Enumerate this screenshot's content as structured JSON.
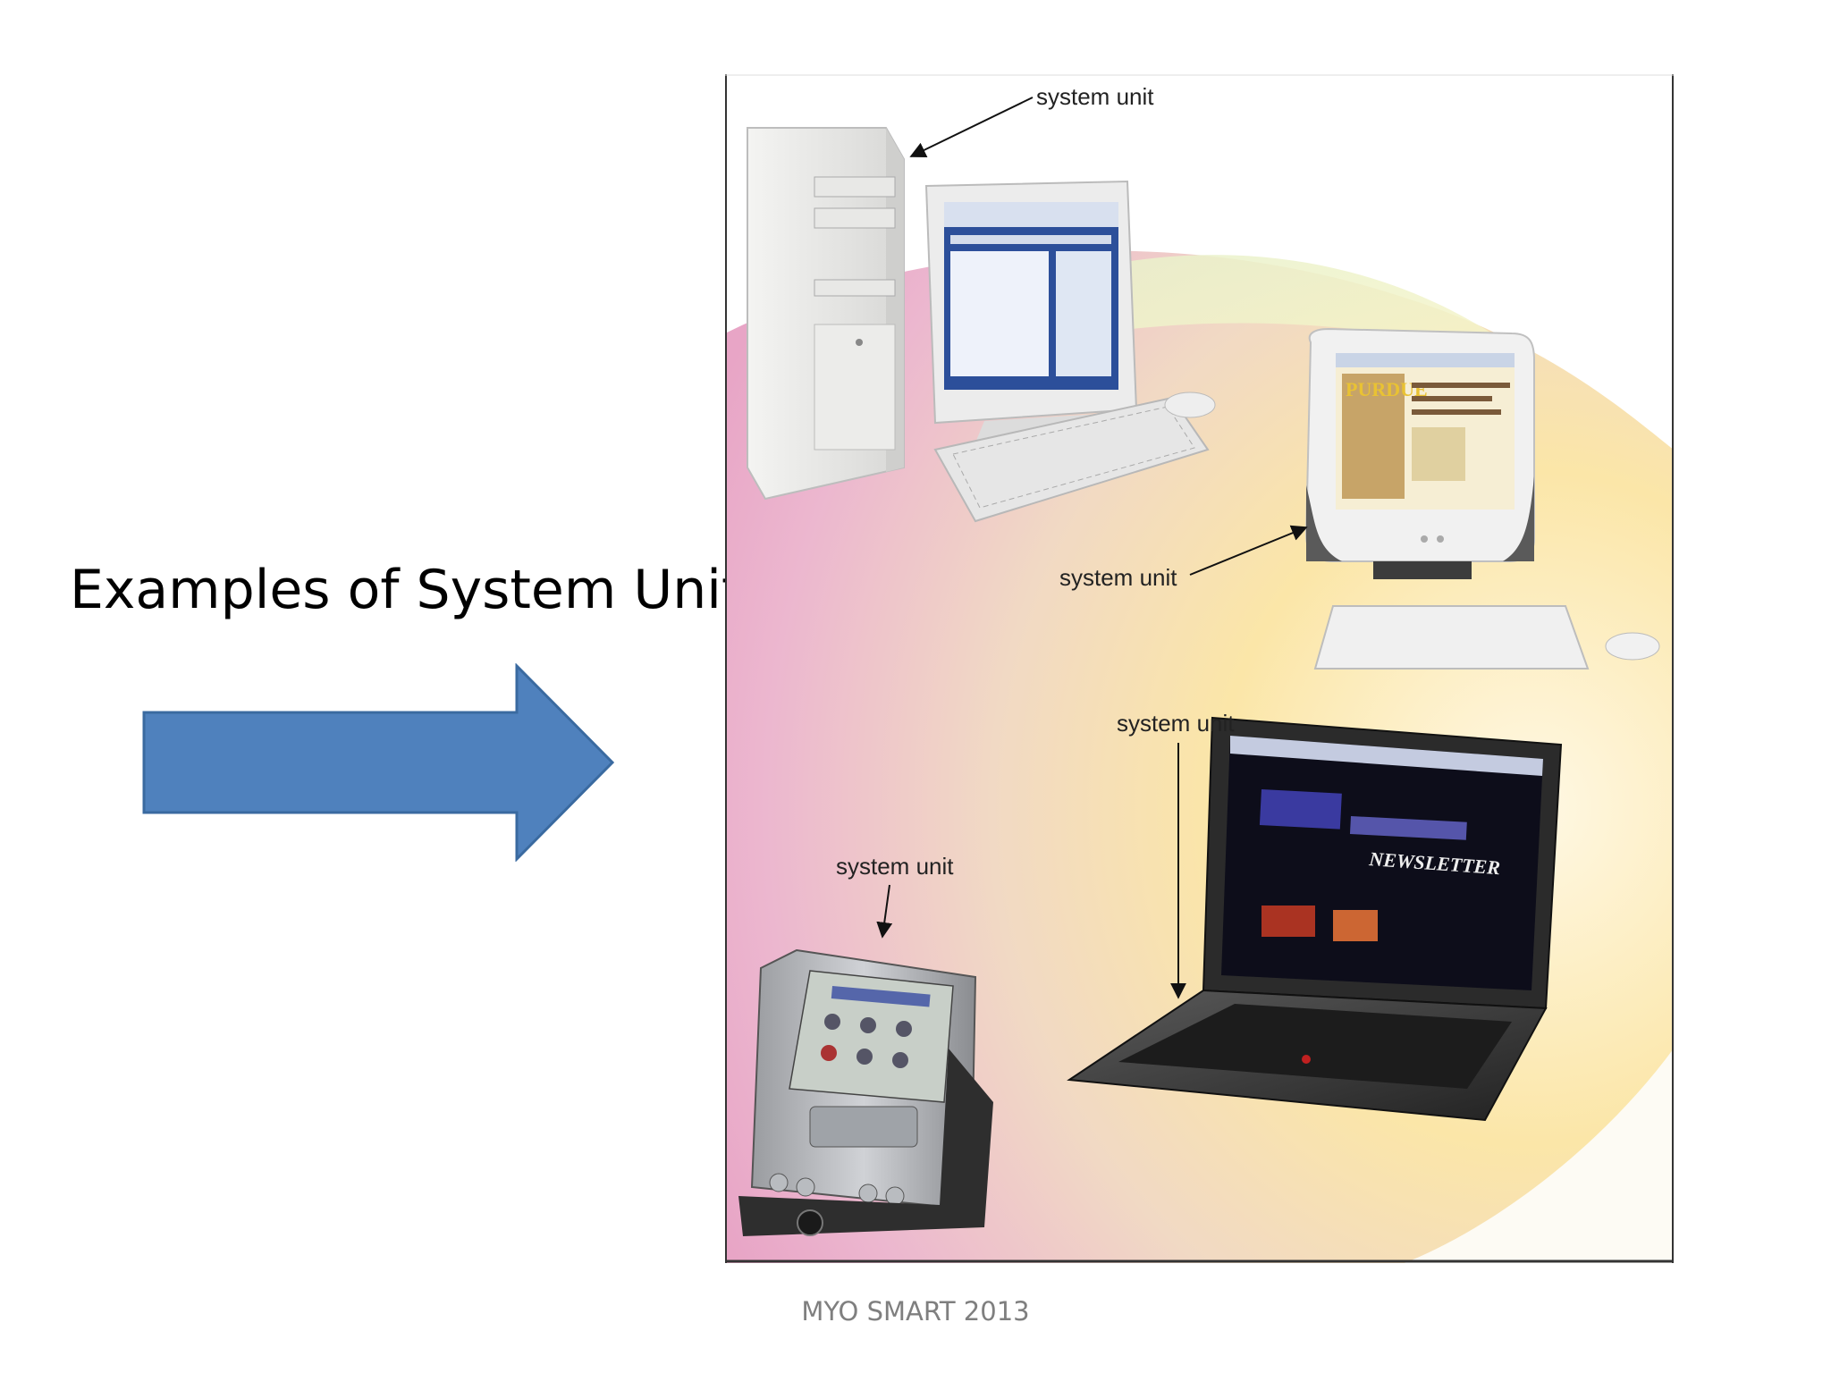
{
  "slide": {
    "title": "Examples of System Unit",
    "footer": "MYO SMART 2013"
  },
  "figure": {
    "labels": {
      "desktop_tower": "system unit",
      "all_in_one": "system unit",
      "laptop": "system unit",
      "handheld": "system unit"
    },
    "screens": {
      "all_in_one_site": "PURDUE",
      "laptop_banner": "NEWSLETTER"
    }
  },
  "colors": {
    "arrow_fill": "#4f81bd",
    "arrow_stroke": "#3a6aa0",
    "frame_border": "#333333",
    "footer_text": "#7f7f7f"
  }
}
